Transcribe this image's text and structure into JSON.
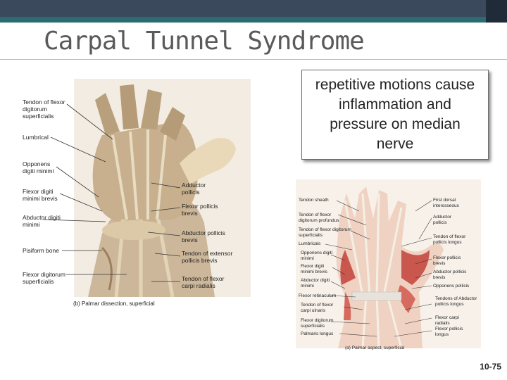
{
  "slide": {
    "title": "Carpal Tunnel Syndrome",
    "callout": "repetitive motions cause inflammation and pressure on median nerve",
    "slide_number": "10-75"
  },
  "figure_b": {
    "caption": "(b) Palmar dissection, superficial",
    "labels_left": [
      "Tendon of flexor digitorum superficialis",
      "Lumbrical",
      "Opponens digiti minimi",
      "Flexor digiti minimi brevis",
      "Abductor digiti minimi",
      "Pisiform bone",
      "Flexor digitorum superficialis"
    ],
    "labels_right": [
      "Adductor pollicis",
      "Flexor pollicis brevis",
      "Abductor pollicis brevis",
      "Tendon of extensor pollicis brevis",
      "Tendon of flexor carpi radialis"
    ]
  },
  "figure_a": {
    "caption": "(a) Palmar aspect, superficial",
    "labels_left": [
      "Tendon sheath",
      "Tendon of flexor digitorum profundus",
      "Tendon of flexor digitorum superficialis",
      "Lumbricals",
      "Opponens digiti minimi",
      "Flexor digiti minimi brevis",
      "Abductor digiti minimi",
      "Flexor retinaculum",
      "Tendon of flexor carpi ulnaris",
      "Flexor digitorum superficialis",
      "Palmaris longus"
    ],
    "labels_right": [
      "First dorsal interosseous",
      "Adductor pollicis",
      "Tendon of flexor pollicis longus",
      "Flexor pollicis brevis",
      "Abductor pollicis brevis",
      "Opponens pollicis",
      "Tendons of Abductor pollicis longus",
      "Flexor carpi radialis",
      "Flexor pollicis longus"
    ]
  },
  "colors": {
    "header": "#3a4a5c",
    "header_accent": "#2b6c73",
    "photo_bg": "#f0e7db",
    "tendon": "#cfc1a4",
    "muscle_red": "#c9574e"
  }
}
